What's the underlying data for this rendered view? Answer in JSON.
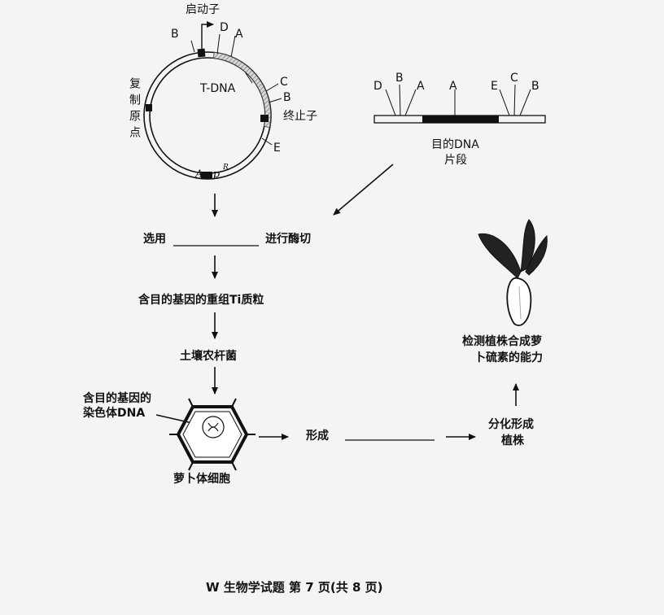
{
  "plasmid": {
    "promoter": "启动子",
    "sites_left": "B",
    "site_d": "D",
    "site_a": "A",
    "tdna": "T-DNA",
    "site_c": "C",
    "site_b_right": "B",
    "terminator": "终止子",
    "origin": "复制原点",
    "site_e": "E",
    "amp": "Amp",
    "amp_sup": "R"
  },
  "fragment": {
    "site_d": "D",
    "site_b1": "B",
    "site_a1": "A",
    "site_a2": "A",
    "site_e": "E",
    "site_c": "C",
    "site_b2": "B",
    "label_line1": "目的DNA",
    "label_line2": "片段"
  },
  "flow": {
    "select_prefix": "选用",
    "select_suffix": "进行酶切",
    "recombinant": "含目的基因的重组Ti质粒",
    "agrobacterium": "土壤农杆菌",
    "cell_dna_line1": "含目的基因的",
    "cell_dna_line2": "染色体DNA",
    "cell": "萝卜体细胞",
    "form": "形成",
    "differentiate_line1": "分化形成",
    "differentiate_line2": "植株",
    "detect_line1": "检测植株合成萝",
    "detect_line2": "卜硫素的能力"
  },
  "footer": "W 生物学试题 第 7 页(共 8 页)"
}
